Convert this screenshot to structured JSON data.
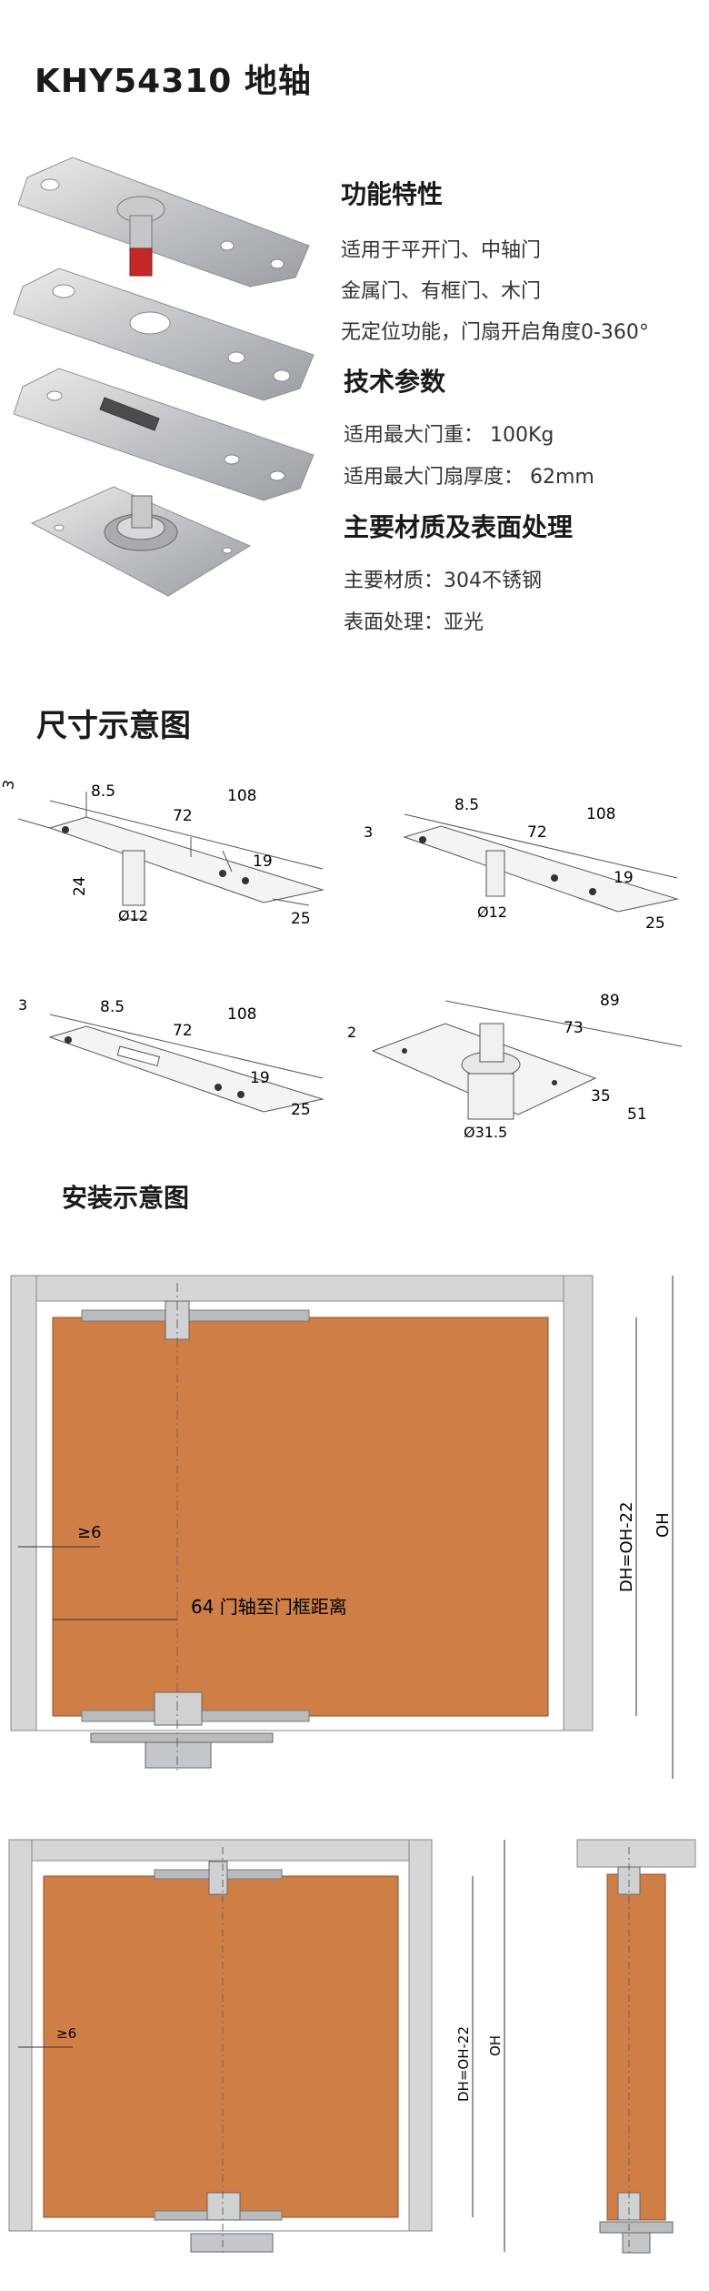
{
  "header": {
    "title": "KHY54310 地轴"
  },
  "features": {
    "heading": "功能特性",
    "lines": [
      "适用于平开门、中轴门",
      "金属门、有框门、木门",
      "无定位功能，门扇开启角度0-360°"
    ]
  },
  "specs": {
    "heading": "技术参数",
    "lines": [
      "适用最大门重： 100Kg",
      "适用最大门扇厚度： 62mm"
    ]
  },
  "materials": {
    "heading": "主要材质及表面处理",
    "lines": [
      "主要材质：304不锈钢",
      "表面处理：亚光"
    ]
  },
  "dimensions": {
    "heading": "尺寸示意图",
    "d1": {
      "t": "3",
      "a": "8.5",
      "b": "72",
      "c": "108",
      "d": "19",
      "w": "25",
      "h": "24",
      "dia": "Ø12"
    },
    "d2": {
      "t": "3",
      "a": "8.5",
      "b": "72",
      "c": "108",
      "d": "19",
      "w": "25",
      "dia": "Ø12"
    },
    "d3": {
      "t": "3",
      "a": "8.5",
      "b": "72",
      "c": "108",
      "d": "19",
      "w": "25"
    },
    "d4": {
      "t": "2",
      "b": "73",
      "c": "89",
      "d": "35",
      "w": "51",
      "dia": "Ø31.5"
    }
  },
  "install": {
    "heading": "安装示意图",
    "gap_label": "≥6",
    "axis_label": "64 门轴至门框距离",
    "dh_label": "DH=OH-22",
    "oh_label": "OH"
  },
  "colors": {
    "door": "#cf7f46",
    "frame": "#d6d6d6",
    "steel": "#b9bcbf"
  }
}
